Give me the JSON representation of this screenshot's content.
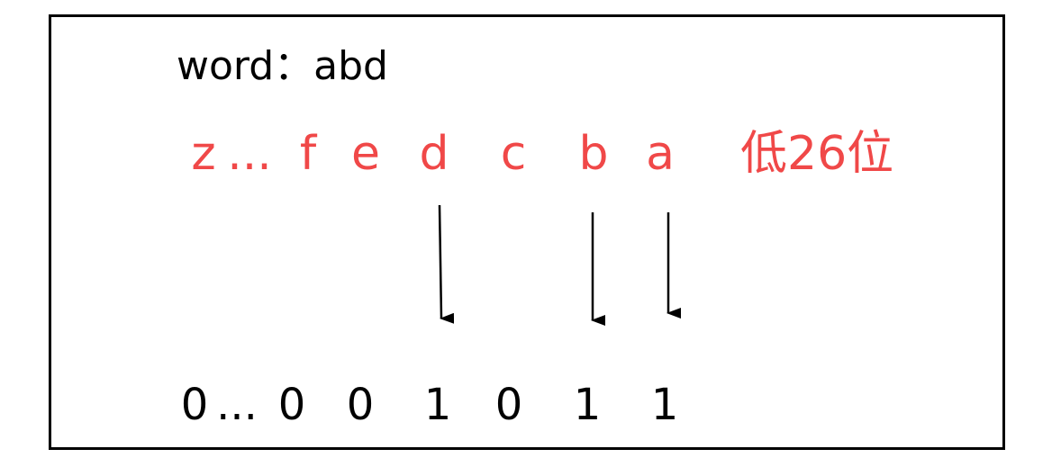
{
  "word_line": {
    "label": "word",
    "separator": "：",
    "value": "abd"
  },
  "colors": {
    "highlight": "#f04848",
    "text": "#000000",
    "arrow": "#000000",
    "border": "#000000"
  },
  "letters": [
    "z",
    "...",
    "f",
    "e",
    "d",
    "c",
    "b",
    "a"
  ],
  "letters_label": "低26位",
  "bits": [
    "0",
    "...",
    "0",
    "0",
    "1",
    "0",
    "1",
    "1"
  ],
  "arrows_from": [
    "d",
    "b",
    "a"
  ]
}
